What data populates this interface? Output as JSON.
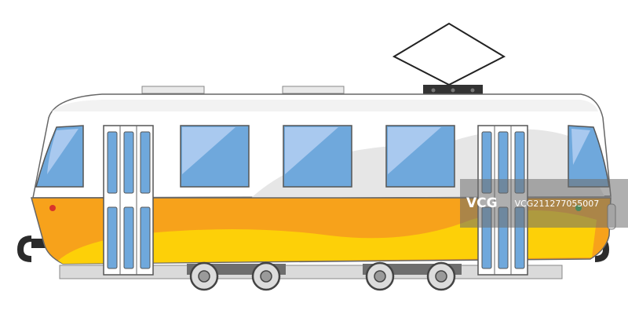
{
  "illustration": {
    "subject": "tram",
    "colors": {
      "body_white": "#ffffff",
      "body_shadow": "#e6e6e6",
      "stripe_orange": "#f7a21b",
      "stripe_yellow": "#fdd008",
      "window_blue": "#6fa8dc",
      "window_glare": "#a9c9ef",
      "outline": "#555555",
      "chassis": "#8c8c8c",
      "wheel": "#dcdcdc",
      "pantograph": "#333333",
      "coupler": "#2b2b2b",
      "light_red": "#d9342b",
      "light_green": "#2aa84a"
    }
  },
  "watermark": {
    "logo": "VCG",
    "id_text": "VCG211277055007"
  }
}
